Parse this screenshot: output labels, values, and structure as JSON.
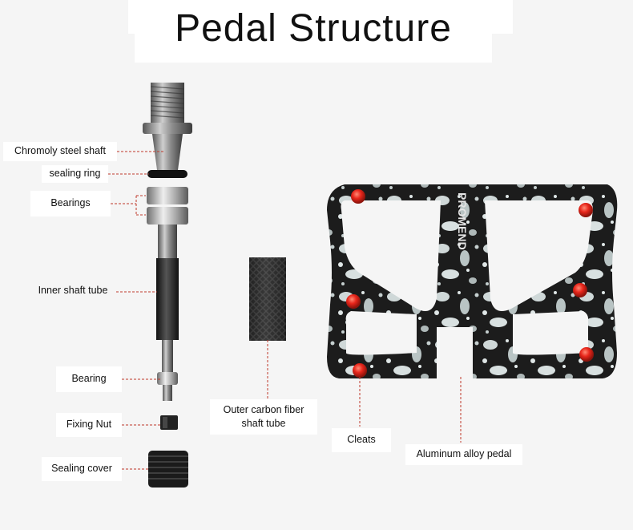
{
  "title": "Pedal Structure",
  "labels": {
    "chromoly_steel_shaft": "Chromoly steel shaft",
    "sealing_ring": "sealing ring",
    "bearings": "Bearings",
    "inner_shaft_tube": "Inner shaft tube",
    "bearing": "Bearing",
    "fixing_nut": "Fixing Nut",
    "sealing_cover": "Sealing cover",
    "outer_carbon_line1": "Outer carbon fiber",
    "outer_carbon_line2": "shaft tube",
    "cleats": "Cleats",
    "aluminum_alloy_pedal": "Aluminum alloy pedal"
  },
  "brand_mark": "PROMEND",
  "colors": {
    "leader_line": "#c0392b",
    "cleat": "#e8261b",
    "metal": "#8a8a8a",
    "dark_metal": "#2b2b2b"
  }
}
